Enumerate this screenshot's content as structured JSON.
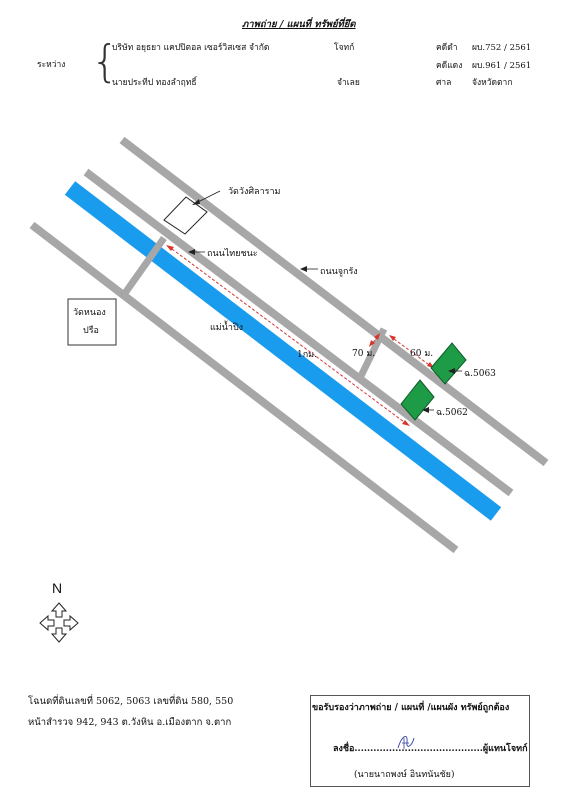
{
  "header": {
    "title": "ภาพถ่าย / แผนที่ ทรัพย์ที่ยึด",
    "between_label": "ระหว่าง",
    "plaintiff_name": "บริษัท อยุธยา แคปปิตอล เซอร์วิสเซส จำกัด",
    "plaintiff_role": "โจทก์",
    "case_black_label": "คดีดำ",
    "case_black_no": "ผบ.752 / 2561",
    "case_red_label": "คดีแดง",
    "case_red_no": "ผบ.961 / 2561",
    "defendant_name": "นายประทีป ทองลำฤทธิ์",
    "defendant_role": "จำเลย",
    "court_label": "ศาล",
    "court_name": "จังหวัดตาก"
  },
  "map": {
    "temple_wangsilaram": "วัดวังศิลาราม",
    "road_thaichana": "ถนนไทยชนะ",
    "road_chukriang": "ถนนจูกรัง",
    "temple_nongpluea_line1": "วัดหนอง",
    "temple_nongpluea_line2": "ปรือ",
    "river": "แม่น้ำปิง",
    "dist_1km": "1กม.",
    "dist_70m": "70 ม.",
    "dist_60m": "60 ม.",
    "parcel_5063": "ฉ.5063",
    "parcel_5062": "ฉ.5062",
    "colors": {
      "river": "#1a9cee",
      "road": "#a7a7a7",
      "parcel": "#1e9b46",
      "dim_line": "#d8342c"
    }
  },
  "compass": {
    "north": "N",
    "icon": "compass-arrows-icon"
  },
  "footer": {
    "line1": "โฉนดที่ดินเลขที่ 5062, 5063 เลขที่ดิน 580, 550",
    "line2": "หน้าสำรวจ 942, 943 ต.วังหิน อ.เมืองตาก จ.ตาก"
  },
  "certification": {
    "title": "ขอรับรองว่าภาพถ่าย / แผนที่ /แผนผัง ทรัพย์ถูกต้อง",
    "sign_prefix": "ลงชื่อ.........................................",
    "sign_suffix": "ผู้แทนโจทก์",
    "signer_name": "(นายนาถพงษ์ อินทนันชัย)"
  }
}
